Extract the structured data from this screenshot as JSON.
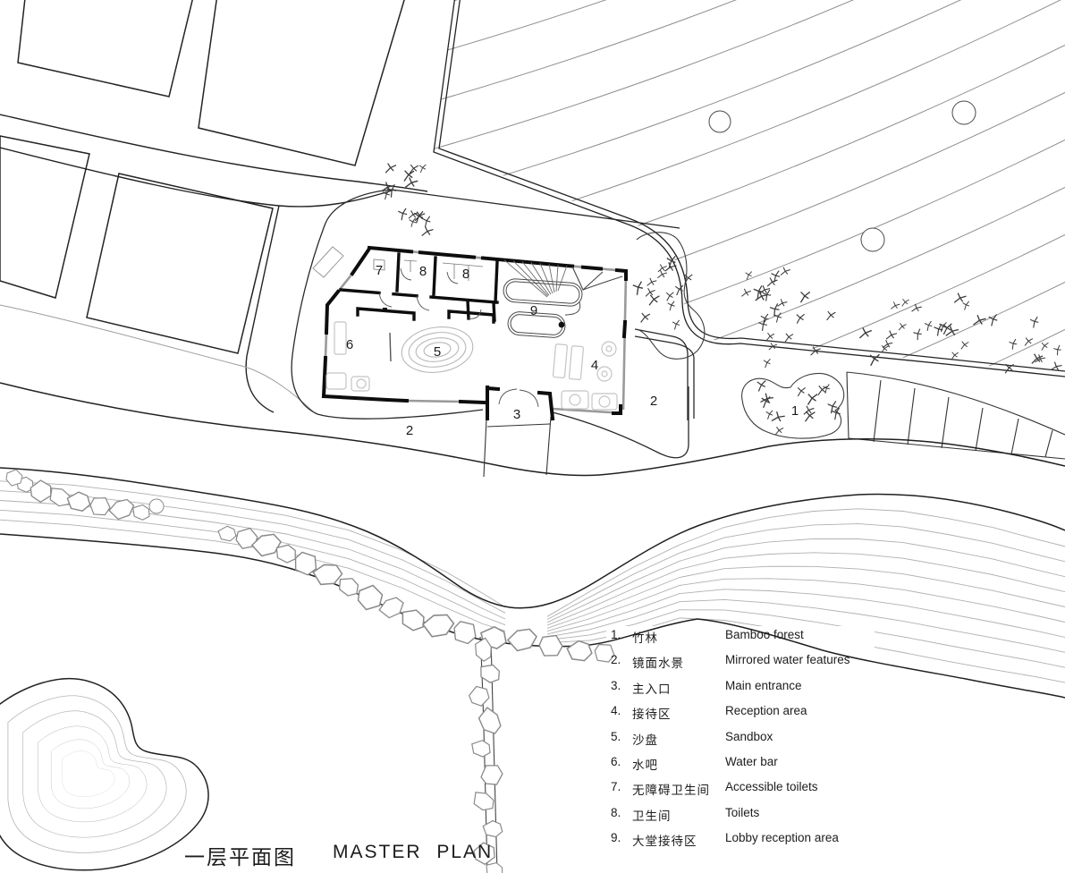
{
  "title": {
    "cn": "一层平面图",
    "en": "MASTER PLAN"
  },
  "legend": {
    "items": [
      {
        "num": "1.",
        "cn": "竹林",
        "en": "Bamboo forest"
      },
      {
        "num": "2.",
        "cn": "镜面水景",
        "en": "Mirrored water features"
      },
      {
        "num": "3.",
        "cn": "主入口",
        "en": "Main entrance"
      },
      {
        "num": "4.",
        "cn": "接待区",
        "en": "Reception area"
      },
      {
        "num": "5.",
        "cn": "沙盘",
        "en": "Sandbox"
      },
      {
        "num": "6.",
        "cn": "水吧",
        "en": "Water bar"
      },
      {
        "num": "7.",
        "cn": "无障碍卫生间",
        "en": "Accessible toilets"
      },
      {
        "num": "8.",
        "cn": "卫生间",
        "en": "Toilets"
      },
      {
        "num": "9.",
        "cn": "大堂接待区",
        "en": "Lobby reception area"
      }
    ]
  },
  "plan_labels": {
    "bamboo_forest": "1",
    "water_left": "2",
    "water_right": "2",
    "entrance": "3",
    "reception": "4",
    "sandbox": "5",
    "water_bar": "6",
    "accessible_toilet": "7",
    "toilet_a": "8",
    "toilet_b": "8",
    "lobby": "9"
  },
  "colors": {
    "paper": "#ffffff",
    "line_dark": "#1f1f1f",
    "line_light": "#b3b3b3",
    "wall": "#0d0d0d"
  }
}
